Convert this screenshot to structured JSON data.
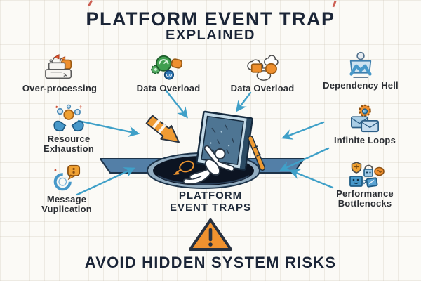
{
  "title": {
    "line1": "PLATFORM EVENT TRAP",
    "line2": "EXPLAINED"
  },
  "items": [
    {
      "line1": "Over-processing"
    },
    {
      "line1": "Data Overload"
    },
    {
      "line1": "Data Overload"
    },
    {
      "line1": "Dependency Hell"
    },
    {
      "line1": "Resource",
      "line2": "Exhaustion"
    },
    {
      "line1": "Infinite Loops"
    },
    {
      "line1": "Message",
      "line2": "Vuplication"
    },
    {
      "line1": "Performance",
      "line2": "Bottlenocks"
    }
  ],
  "center_label": {
    "line1": "PLATFORM",
    "line2": "EVENT TRAPS"
  },
  "footer": {
    "text": "AVOID HIDDEN SYSTEM RISKS"
  },
  "icons": {
    "over_processing": "machine-icon",
    "data_overload_left": "gears-cluster-icon",
    "data_overload_right": "cloud-nodes-icon",
    "dependency_hell": "overwhelmed-user-icon",
    "resource_exhaustion": "hands-holding-resources-icon",
    "infinite_loops": "envelopes-gear-icon",
    "message_vuplication": "loop-chat-icon",
    "performance_bottlenecks": "blocked-boxes-icon",
    "center": "falling-into-trap-illustration",
    "warning": "warning-triangle-icon",
    "badge_text": "CU"
  },
  "colors": {
    "navy_text": "#1b2537",
    "arrow_teal": "#3fa0c8",
    "accent_orange": "#ee8f2e",
    "ground_band": "#537fa7",
    "hole_dark": "#0c1422",
    "panel_blue": "#4e7593",
    "background": "#fbfaf6"
  }
}
